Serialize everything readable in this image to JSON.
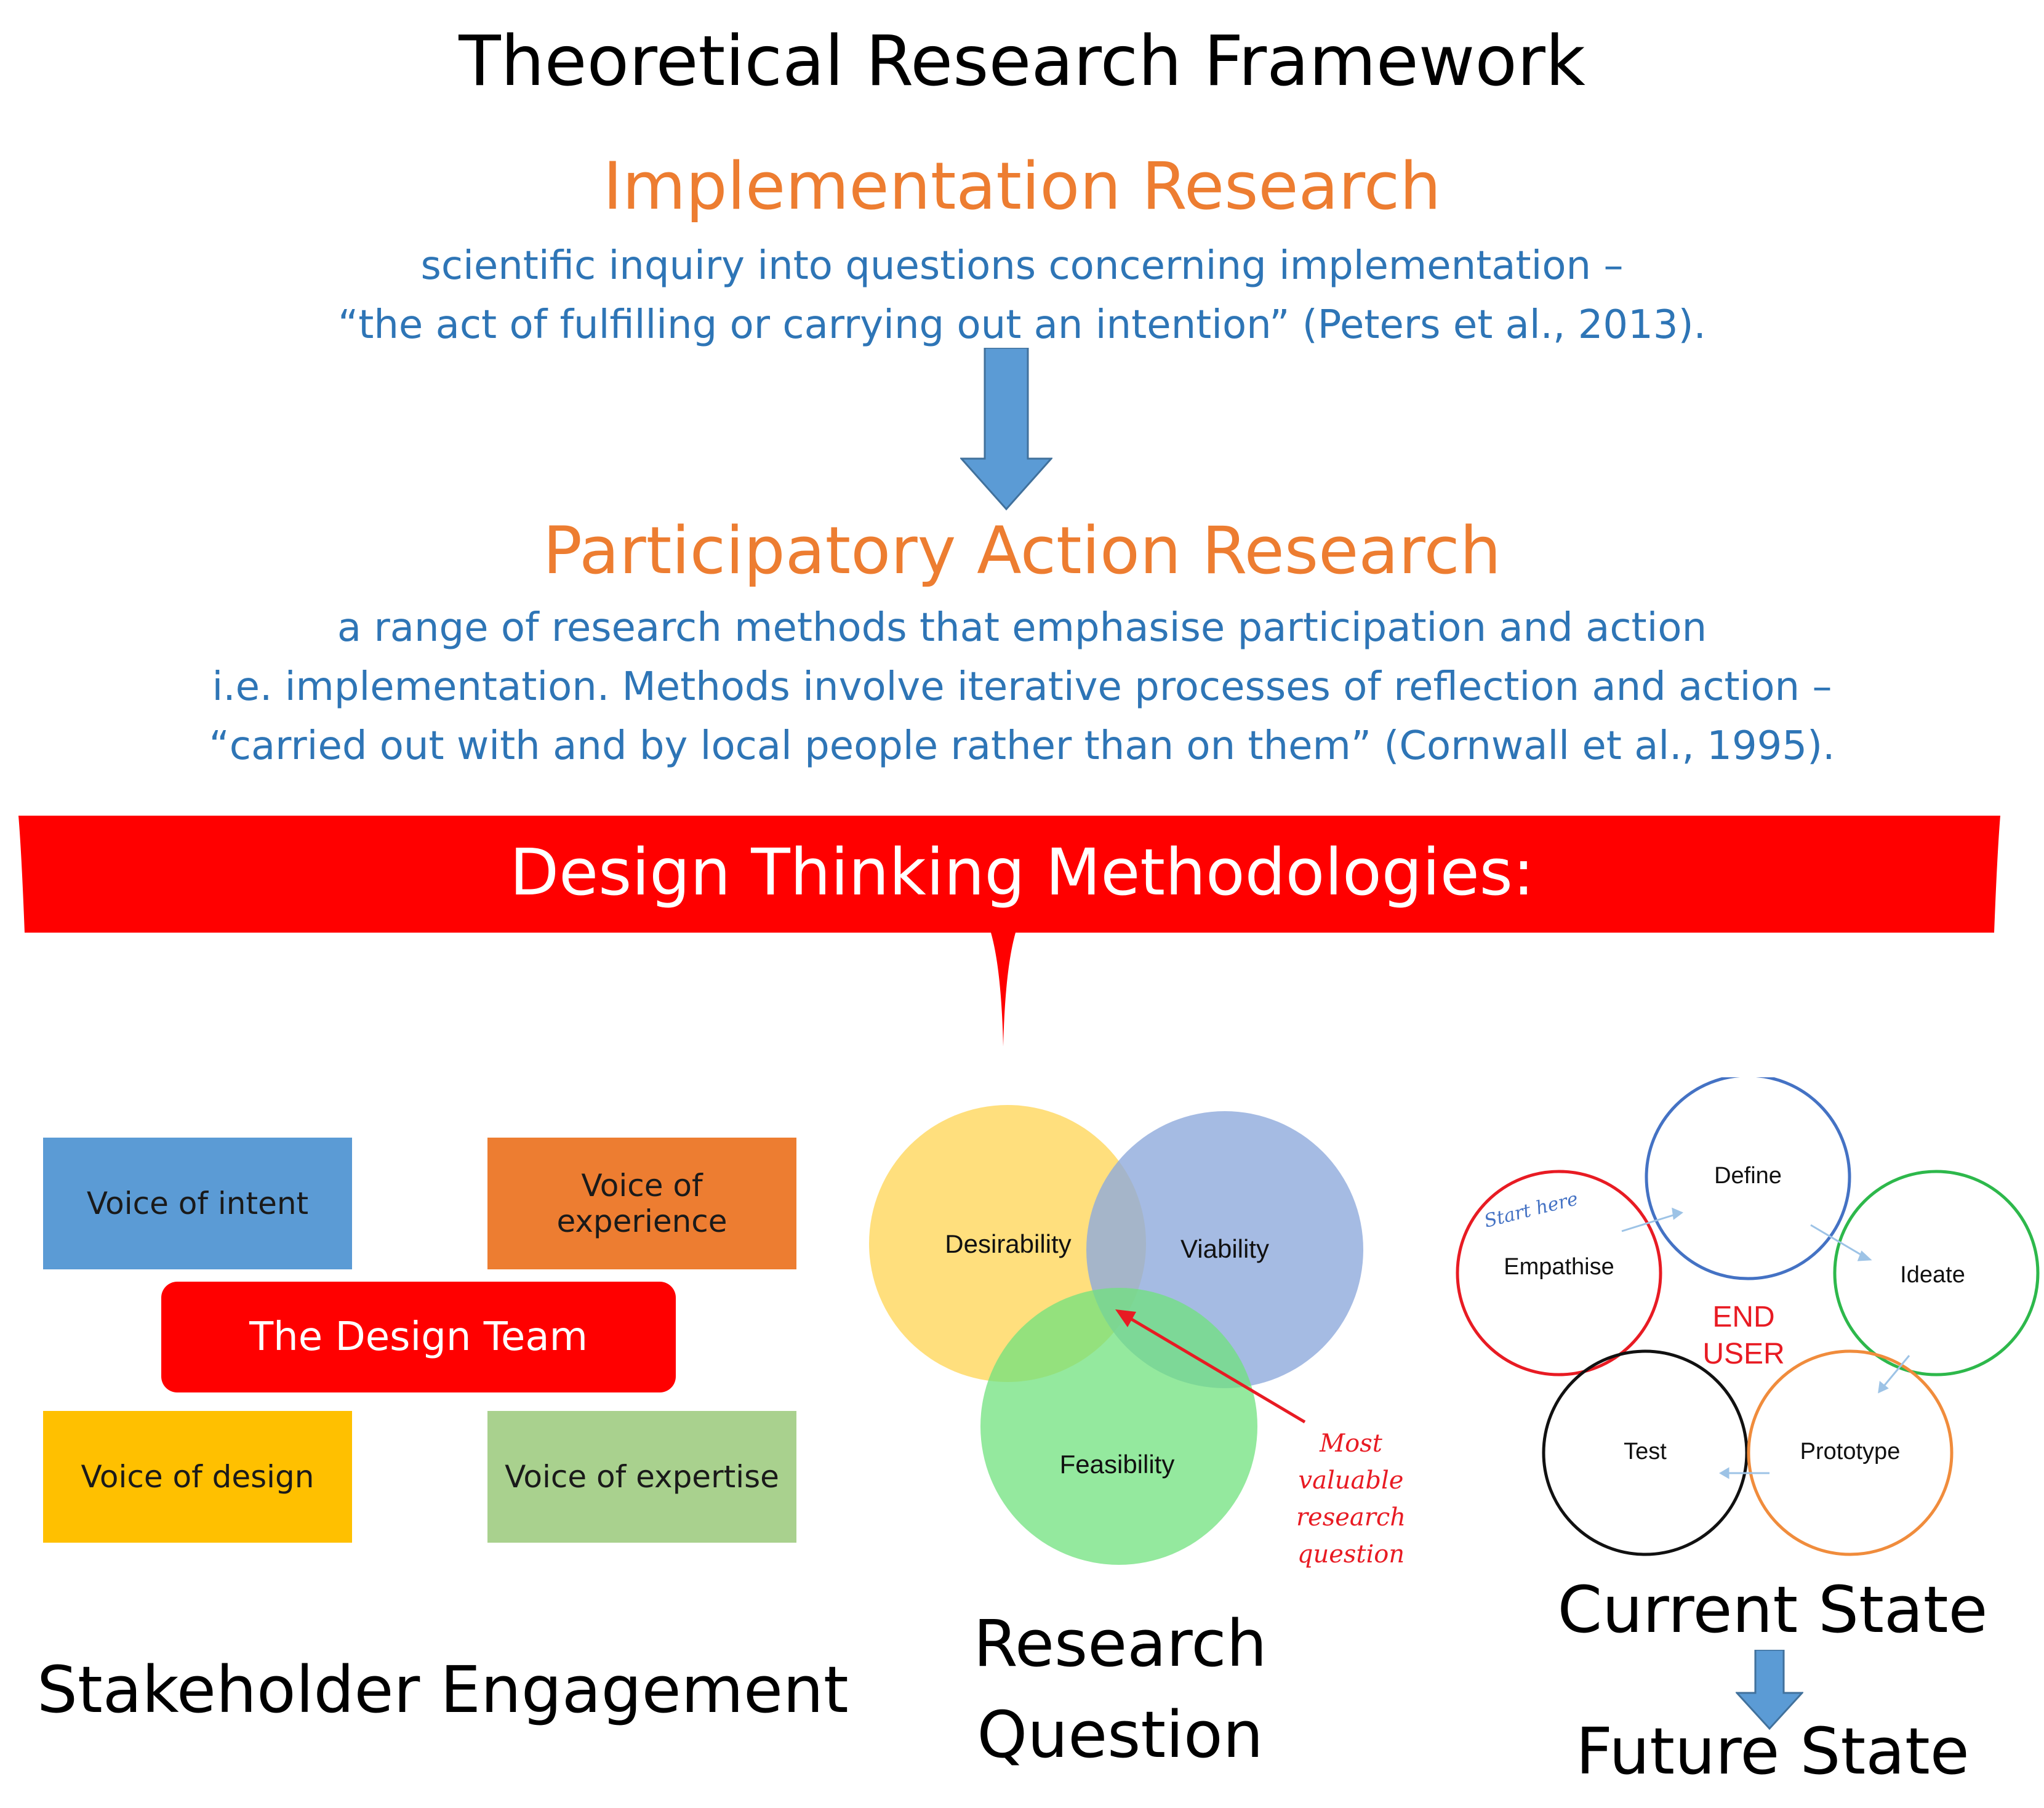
{
  "title": "Theoretical Research Framework",
  "implementation": {
    "heading": "Implementation Research",
    "lines": [
      "scientific inquiry into questions concerning implementation –",
      "“the act of fulfilling or carrying out an intention” (Peters et al., 2013)."
    ]
  },
  "participatory": {
    "heading": "Participatory Action Research",
    "lines": [
      "a range of research methods that emphasise participation and action",
      "i.e. implementation. Methods involve iterative processes of reflection and action –",
      "“carried out with and by local people rather than on them” (Cornwall et al., 1995)."
    ]
  },
  "banner": {
    "label": "Design Thinking Methodologies:"
  },
  "stakeholder": {
    "voices": {
      "intent": "Voice of intent",
      "experience": "Voice of experience",
      "design": "Voice of design",
      "expertise": "Voice of expertise"
    },
    "center": "The Design Team",
    "caption": "Stakeholder Engagement"
  },
  "research_question": {
    "circles": {
      "desirability": "Desirability",
      "viability": "Viability",
      "feasibility": "Feasibility"
    },
    "annotation": [
      "Most",
      "valuable",
      "research",
      "question"
    ],
    "caption": [
      "Research",
      "Question"
    ]
  },
  "design_cycle": {
    "start_note": "Start here",
    "stages": {
      "empathise": "Empathise",
      "define": "Define",
      "ideate": "Ideate",
      "prototype": "Prototype",
      "test": "Test"
    },
    "center": [
      "END",
      "USER"
    ],
    "current": "Current State",
    "future": "Future State"
  },
  "colors": {
    "heading_orange": "#ed7d31",
    "body_blue": "#2e75b6",
    "banner_red": "#ff0000",
    "arrow_blue": "#5b9bd5"
  }
}
